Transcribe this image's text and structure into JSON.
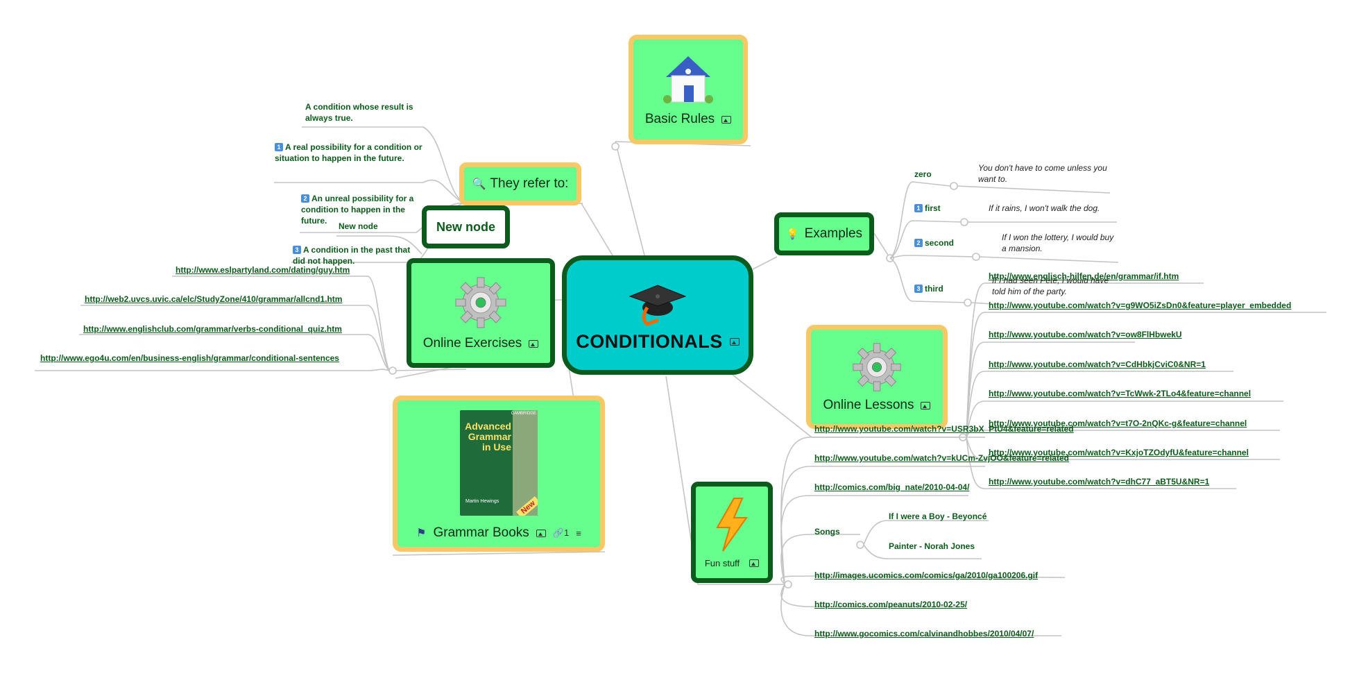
{
  "central": {
    "title": "CONDITIONALS",
    "icon": "graduation-cap-icon"
  },
  "basic_rules": {
    "title": "Basic Rules",
    "icon": "house-icon"
  },
  "they_refer": {
    "title": "They refer to:",
    "icon": "magnifier-icon",
    "items": [
      {
        "badge": "",
        "text": "A condition whose result is always true."
      },
      {
        "badge": "1",
        "text": "A real possibility for a condition or situation to happen in the future."
      },
      {
        "badge": "2",
        "text": "An unreal possibility for a condition to happen in the future."
      },
      {
        "badge": "3",
        "text": "A condition in the past that did not happen."
      }
    ]
  },
  "new_node": {
    "title": "New node",
    "child": "New node"
  },
  "examples": {
    "title": "Examples",
    "icon": "lightbulb-icon",
    "items": [
      {
        "badge": "",
        "label": "zero",
        "text": "You don't have to come unless you want to."
      },
      {
        "badge": "1",
        "label": "first",
        "text": "If it rains, I won't walk the dog."
      },
      {
        "badge": "2",
        "label": "second",
        "text": "If I won the lottery, I would buy a mansion."
      },
      {
        "badge": "3",
        "label": "third",
        "text": "If I had seen Pete, I would have told him of the party."
      }
    ]
  },
  "online_exercises": {
    "title": "Online Exercises",
    "icon": "gear-icon",
    "links": [
      "http://www.eslpartyland.com/dating/guy.htm",
      "http://web2.uvcs.uvic.ca/elc/StudyZone/410/grammar/allcnd1.htm",
      "http://www.englishclub.com/grammar/verbs-conditional_quiz.htm",
      "http://www.ego4u.com/en/business-english/grammar/conditional-sentences"
    ]
  },
  "online_lessons": {
    "title": "Online Lessons",
    "icon": "gear-icon",
    "links": [
      "http://www.englisch-hilfen.de/en/grammar/if.htm",
      "http://www.youtube.com/watch?v=g9WO5iZsDn0&feature=player_embedded",
      "http://www.youtube.com/watch?v=ow8FlHbwekU",
      "http://www.youtube.com/watch?v=CdHbkjCviC0&NR=1",
      "http://www.youtube.com/watch?v=TcWwk-2TLo4&feature=channel",
      "http://www.youtube.com/watch?v=t7O-2nQKc-g&feature=channel",
      "http://www.youtube.com/watch?v=KxjoTZOdyfU&feature=channel",
      "http://www.youtube.com/watch?v=dhC77_aBT5U&NR=1"
    ]
  },
  "grammar_books": {
    "title": "Grammar Books",
    "attachments": "1",
    "book": {
      "publisher": "CAMBRIDGE",
      "title": "Advanced Grammar in Use",
      "author": "Martin Hewings",
      "tag": "New"
    }
  },
  "fun_stuff": {
    "title": "Fun stuff",
    "icon": "lightning-icon",
    "links_top": [
      "http://www.youtube.com/watch?v=USR3bX_PtU4&feature=related",
      "http://www.youtube.com/watch?v=kUCm-ZvjOO&feature=related",
      "http://comics.com/big_nate/2010-04-04/"
    ],
    "songs_label": "Songs",
    "songs": [
      "If I were a Boy - Beyoncé",
      "Painter - Norah Jones"
    ],
    "links_bottom": [
      "http://images.ucomics.com/comics/ga/2010/ga100206.gif",
      "http://comics.com/peanuts/2010-02-25/",
      "http://www.gocomics.com/calvinandhobbes/2010/04/07/"
    ]
  },
  "colors": {
    "node_fill": "#66fe8c",
    "central_fill": "#00cccc",
    "dark_border": "#0c5a1c",
    "yellow_border": "#f7c865",
    "link": "#0b5b1a"
  }
}
